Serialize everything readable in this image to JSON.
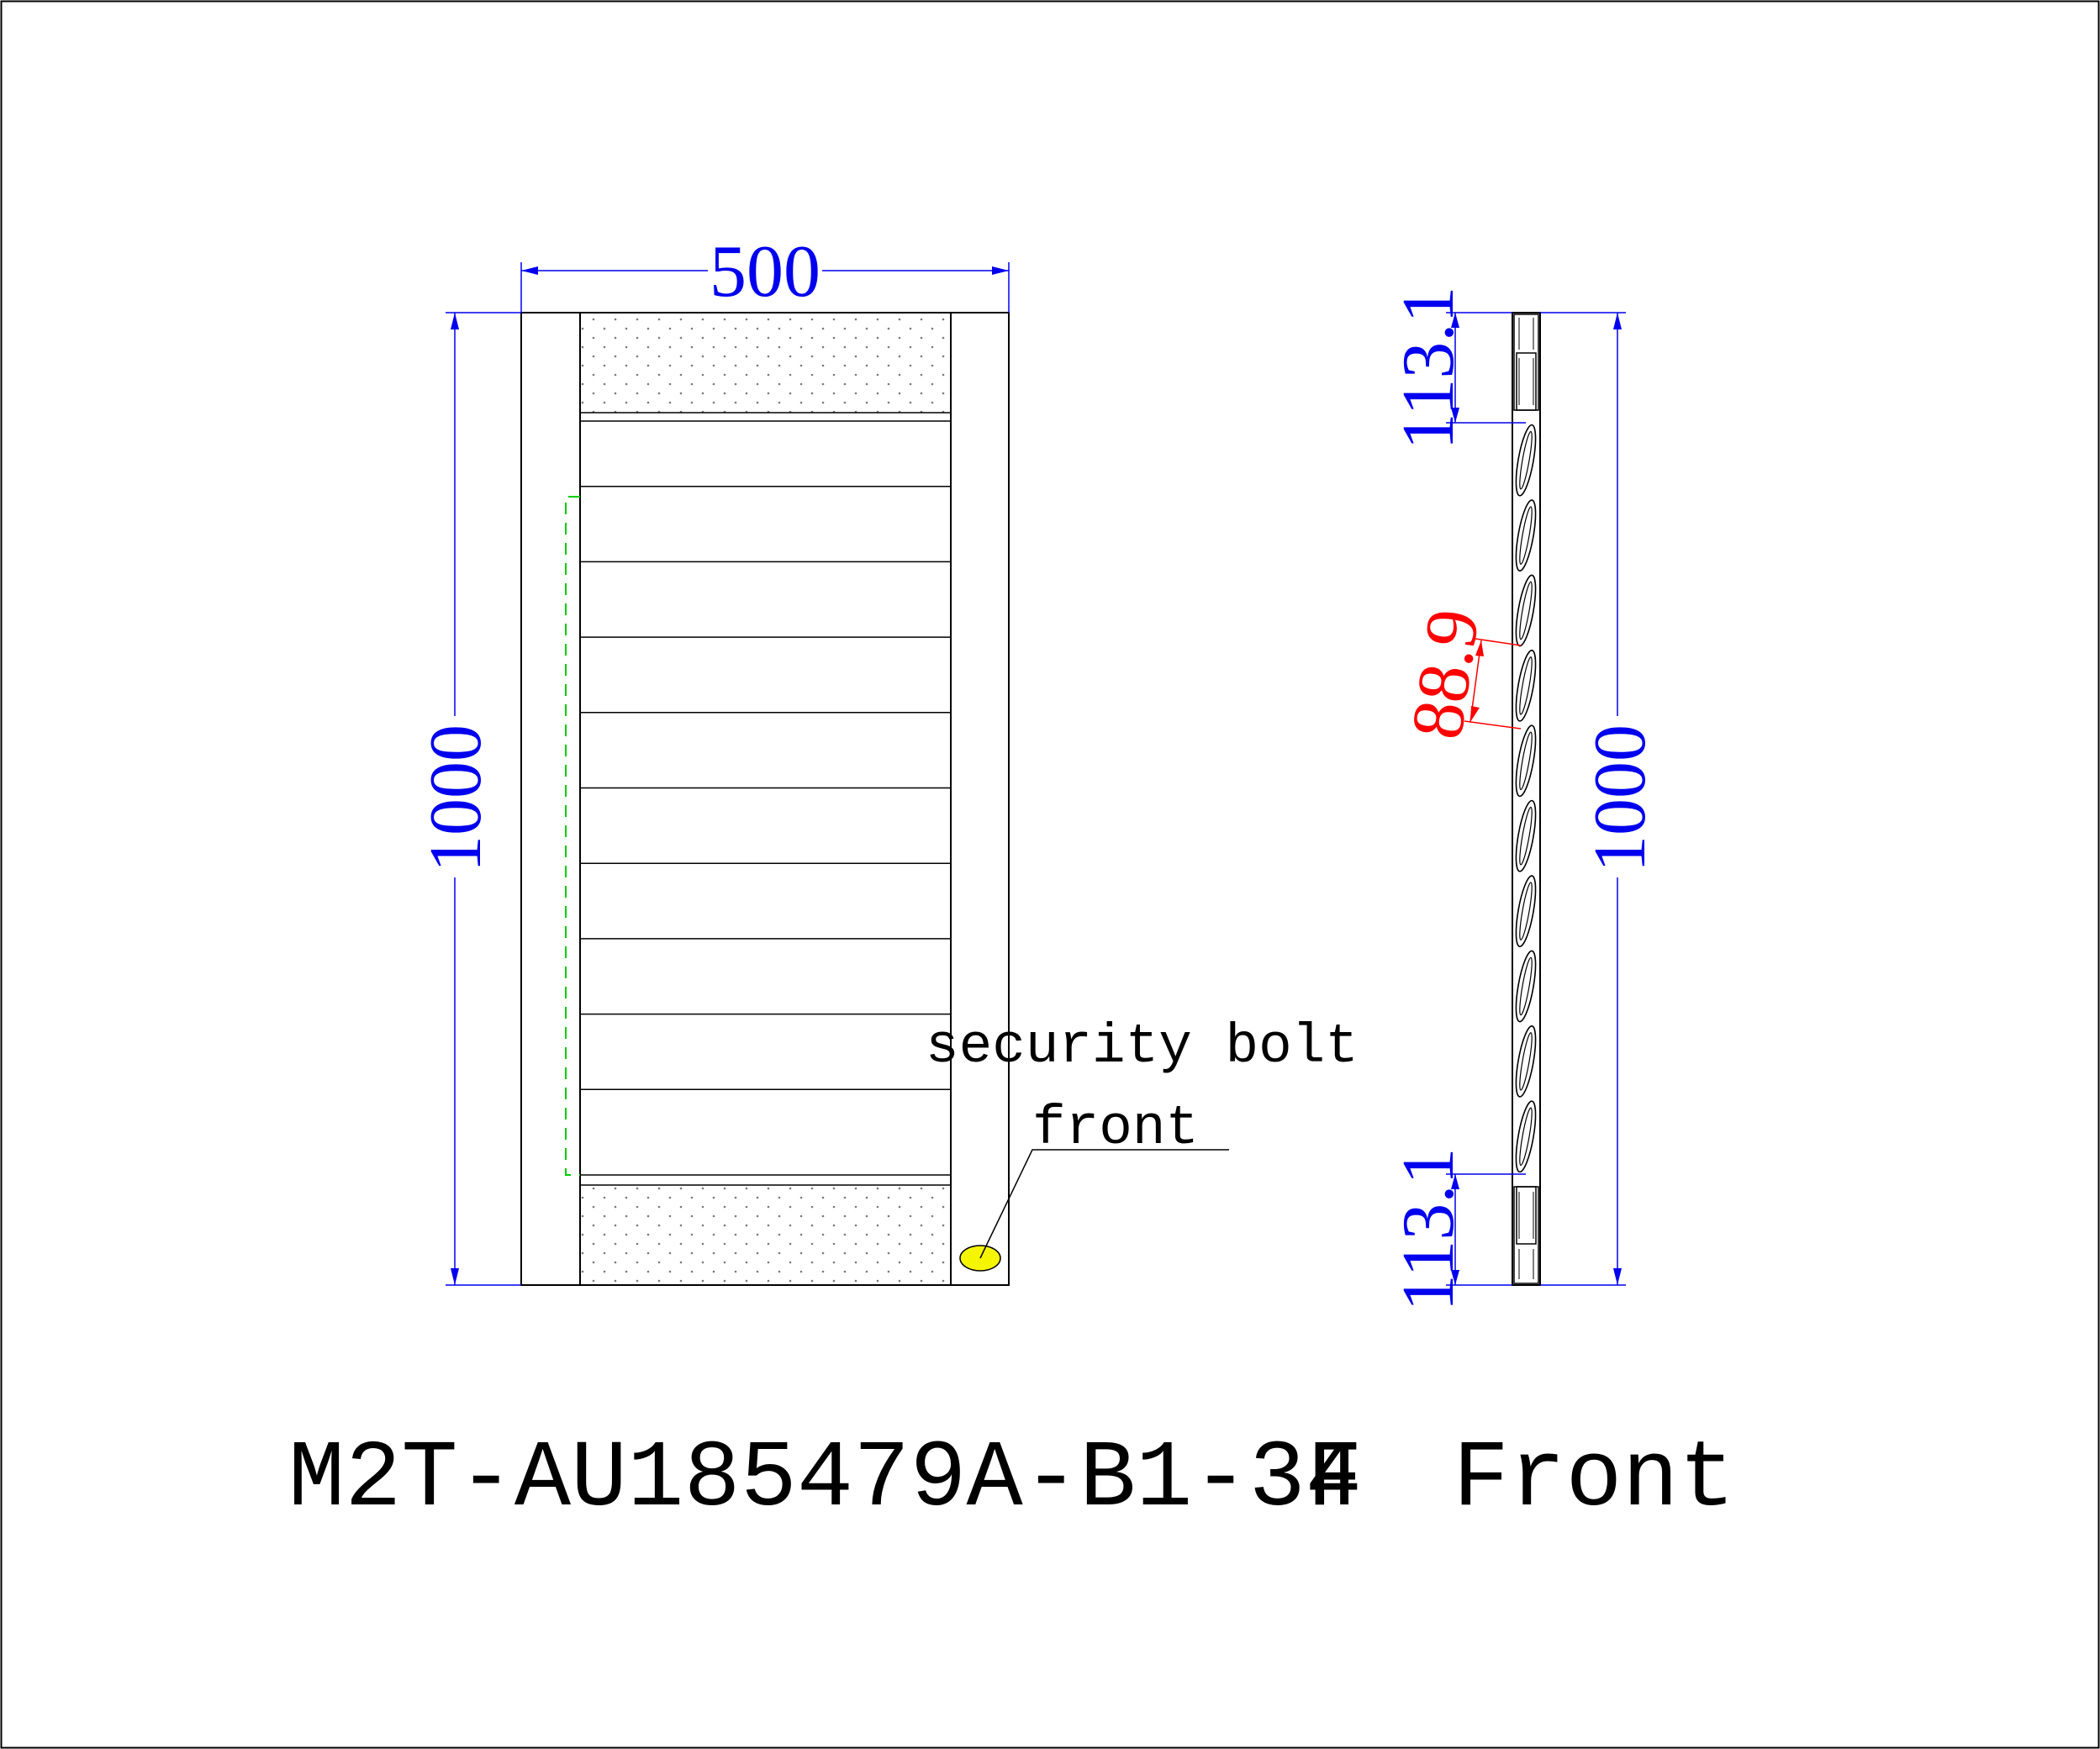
{
  "colors": {
    "line": "#000000",
    "dimension": "#0000ee",
    "dimension_highlight": "#ff0000",
    "hidden_line": "#00cc00",
    "bolt_fill": "#f5f500",
    "hatch_dot": "#777777"
  },
  "front_view": {
    "width_dim": "500",
    "height_dim": "1000",
    "slat_count": 10,
    "note_line1": "security bolt",
    "note_line2": "front",
    "bolt_icon": "security-bolt-marker"
  },
  "side_view": {
    "top_dim": "113.1",
    "bottom_dim": "113.1",
    "pitch_dim": "88.9",
    "height_dim": "1000",
    "blade_count": 10
  },
  "title": {
    "part_number": "M2T-AU185479A-B1-34",
    "revision": "F",
    "view": "Front"
  }
}
